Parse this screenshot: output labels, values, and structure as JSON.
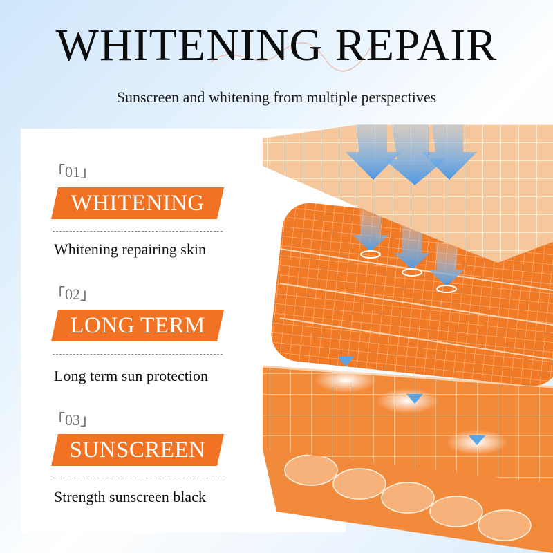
{
  "header": {
    "title": "WHITENING REPAIR",
    "subtitle": "Sunscreen and whitening from multiple perspectives"
  },
  "features": [
    {
      "number": "「01」",
      "label": "WHITENING",
      "description": "Whitening repairing skin"
    },
    {
      "number": "「02」",
      "label": "LONG TERM",
      "description": "Long term sun protection"
    },
    {
      "number": "「03」",
      "label": "SUNSCREEN",
      "description": "Strength sunscreen black"
    }
  ],
  "colors": {
    "accent_orange": "#f07222",
    "skin_top_layer": "#f6c79b",
    "background_blue": "#cfe6fb",
    "arrow_blue": "#5aa3e6"
  },
  "icons": [
    "down-arrow-icon",
    "ripple-icon",
    "skin-layer-illustration"
  ]
}
